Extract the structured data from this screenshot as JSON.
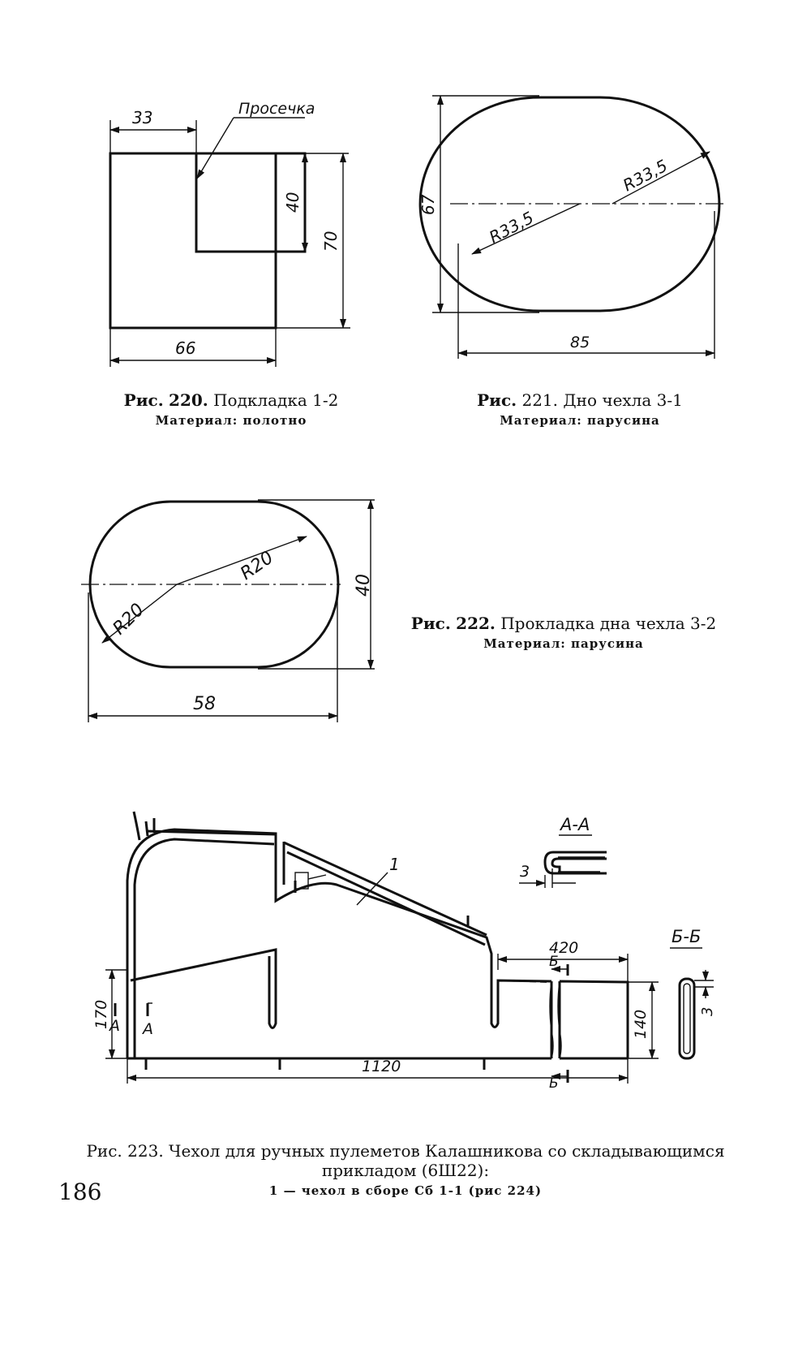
{
  "fig220": {
    "caption_prefix": "Рис.",
    "caption_number": "220.",
    "caption_text": "Подкладка 1-2",
    "material": "Материал: полотно",
    "dim_33": "33",
    "dim_40": "40",
    "dim_70": "70",
    "dim_66": "66",
    "label_cut": "Просечка"
  },
  "fig221": {
    "caption_prefix": "Рис.",
    "caption_number": "221.",
    "caption_text": "Дно чехла 3-1",
    "material": "Материал: парусина",
    "dim_67": "67",
    "dim_85": "85",
    "radius_1": "R33,5",
    "radius_2": "R33,5"
  },
  "fig222": {
    "caption_prefix": "Рис.",
    "caption_number": "222.",
    "caption_text": "Прокладка дна чехла 3-2",
    "material": "Материал: парусина",
    "dim_40": "40",
    "dim_58": "58",
    "radius_1": "R20",
    "radius_2": "R20"
  },
  "fig223": {
    "caption_line1": "Рис. 223. Чехол для ручных пулеметов Калашникова со складывающимся",
    "caption_line2": "прикладом (6Ш22):",
    "note": "1 — чехол в сборе Сб 1-1 (рис 224)",
    "section_aa": "А-А",
    "section_bb": "Б-Б",
    "dim_420": "420",
    "dim_1120": "1120",
    "dim_170": "170",
    "dim_140": "140",
    "dim_3a": "3",
    "dim_3b": "3",
    "label_1": "1",
    "cut_a1": "А",
    "cut_a2": "А",
    "cut_b1": "Б",
    "cut_b2": "Б"
  },
  "page_number": "186"
}
